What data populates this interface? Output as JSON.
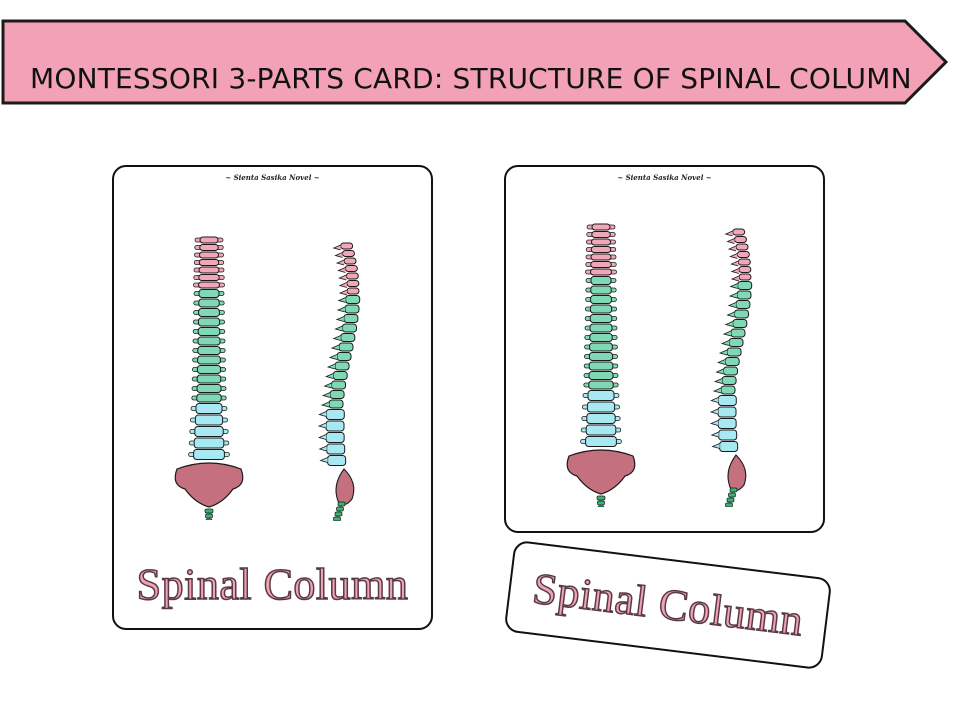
{
  "banner": {
    "title": "MONTESSORI 3-PARTS CARD: STRUCTURE OF SPINAL COLUMN"
  },
  "cards": {
    "full": {
      "credit": "~ Sienta Sasika Novel ~",
      "caption": "Spinal Column"
    },
    "picture": {
      "credit": "~ Sienta Sasika Novel ~"
    },
    "label": {
      "caption": "Spinal Column"
    }
  },
  "colors": {
    "banner_fill": "#f3a1b6",
    "cervical": "#f2a7b8",
    "thoracic": "#7fd9b4",
    "lumbar": "#a8e8f2",
    "sacrum": "#c5707f",
    "coccyx": "#38b477",
    "outline": "#1b1b1b"
  }
}
